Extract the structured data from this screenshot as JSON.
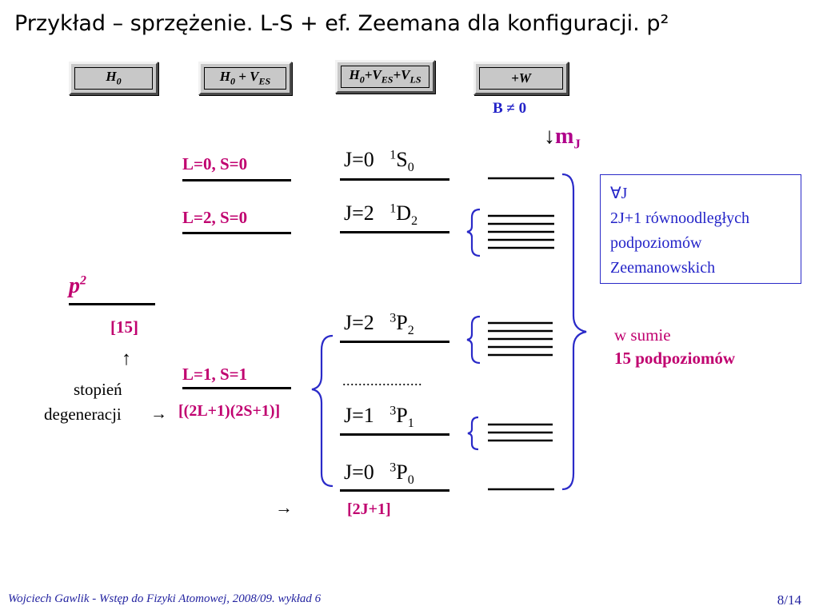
{
  "title": "Przykład – sprzężenie. L-S + ef. Zeemana dla konfiguracji. p²",
  "buttons": [
    {
      "base": "H",
      "sub": "0",
      "rest": ""
    },
    {
      "base": "H",
      "sub": "0",
      "rest": " + V",
      "rest_sub": "ES"
    },
    {
      "base": "H",
      "sub": "0",
      "rest": "+V",
      "rest_sub": "ES",
      "rest2": "+V",
      "rest2_sub": "LS"
    },
    {
      "label": "+W"
    }
  ],
  "b_field": "B ≠ 0",
  "mj": {
    "arrow": "↓",
    "label": "m",
    "sub": "J"
  },
  "config": {
    "label": "p",
    "sup": "2",
    "count": "[15]"
  },
  "degeneracy": {
    "arrow_up": "↑",
    "line1": "stopień",
    "line2": "degeneracji",
    "arrow_right": "→",
    "formula": "[(2L+1)(2S+1)]"
  },
  "terms": [
    "L=0, S=0",
    "L=2, S=0",
    "L=1, S=1"
  ],
  "levels": [
    {
      "j": "J=0",
      "mult": "1",
      "letter": "S",
      "sub": "0"
    },
    {
      "j": "J=2",
      "mult": "1",
      "letter": "D",
      "sub": "2"
    },
    {
      "j": "J=2",
      "mult": "3",
      "letter": "P",
      "sub": "2"
    },
    {
      "j": "J=1",
      "mult": "3",
      "letter": "P",
      "sub": "1"
    },
    {
      "j": "J=0",
      "mult": "3",
      "letter": "P",
      "sub": "0"
    }
  ],
  "dots": "....................",
  "jdeg": {
    "arrow": "→",
    "formula": "[2J+1]"
  },
  "info_box": {
    "line1": "∀J",
    "line2": "2J+1 równoodległych",
    "line3": "podpoziomów",
    "line4": "Zeemanowskich"
  },
  "summary": {
    "line1": "w sumie",
    "line2": "15 podpoziomów"
  },
  "footer": "Wojciech Gawlik - Wstęp do Fizyki Atomowej, 2008/09. wykład 6",
  "page": "8/14",
  "colors": {
    "accent_magenta": "#c0006f",
    "accent_blue": "#2323c8",
    "button_gray": "#c8c8c8"
  }
}
